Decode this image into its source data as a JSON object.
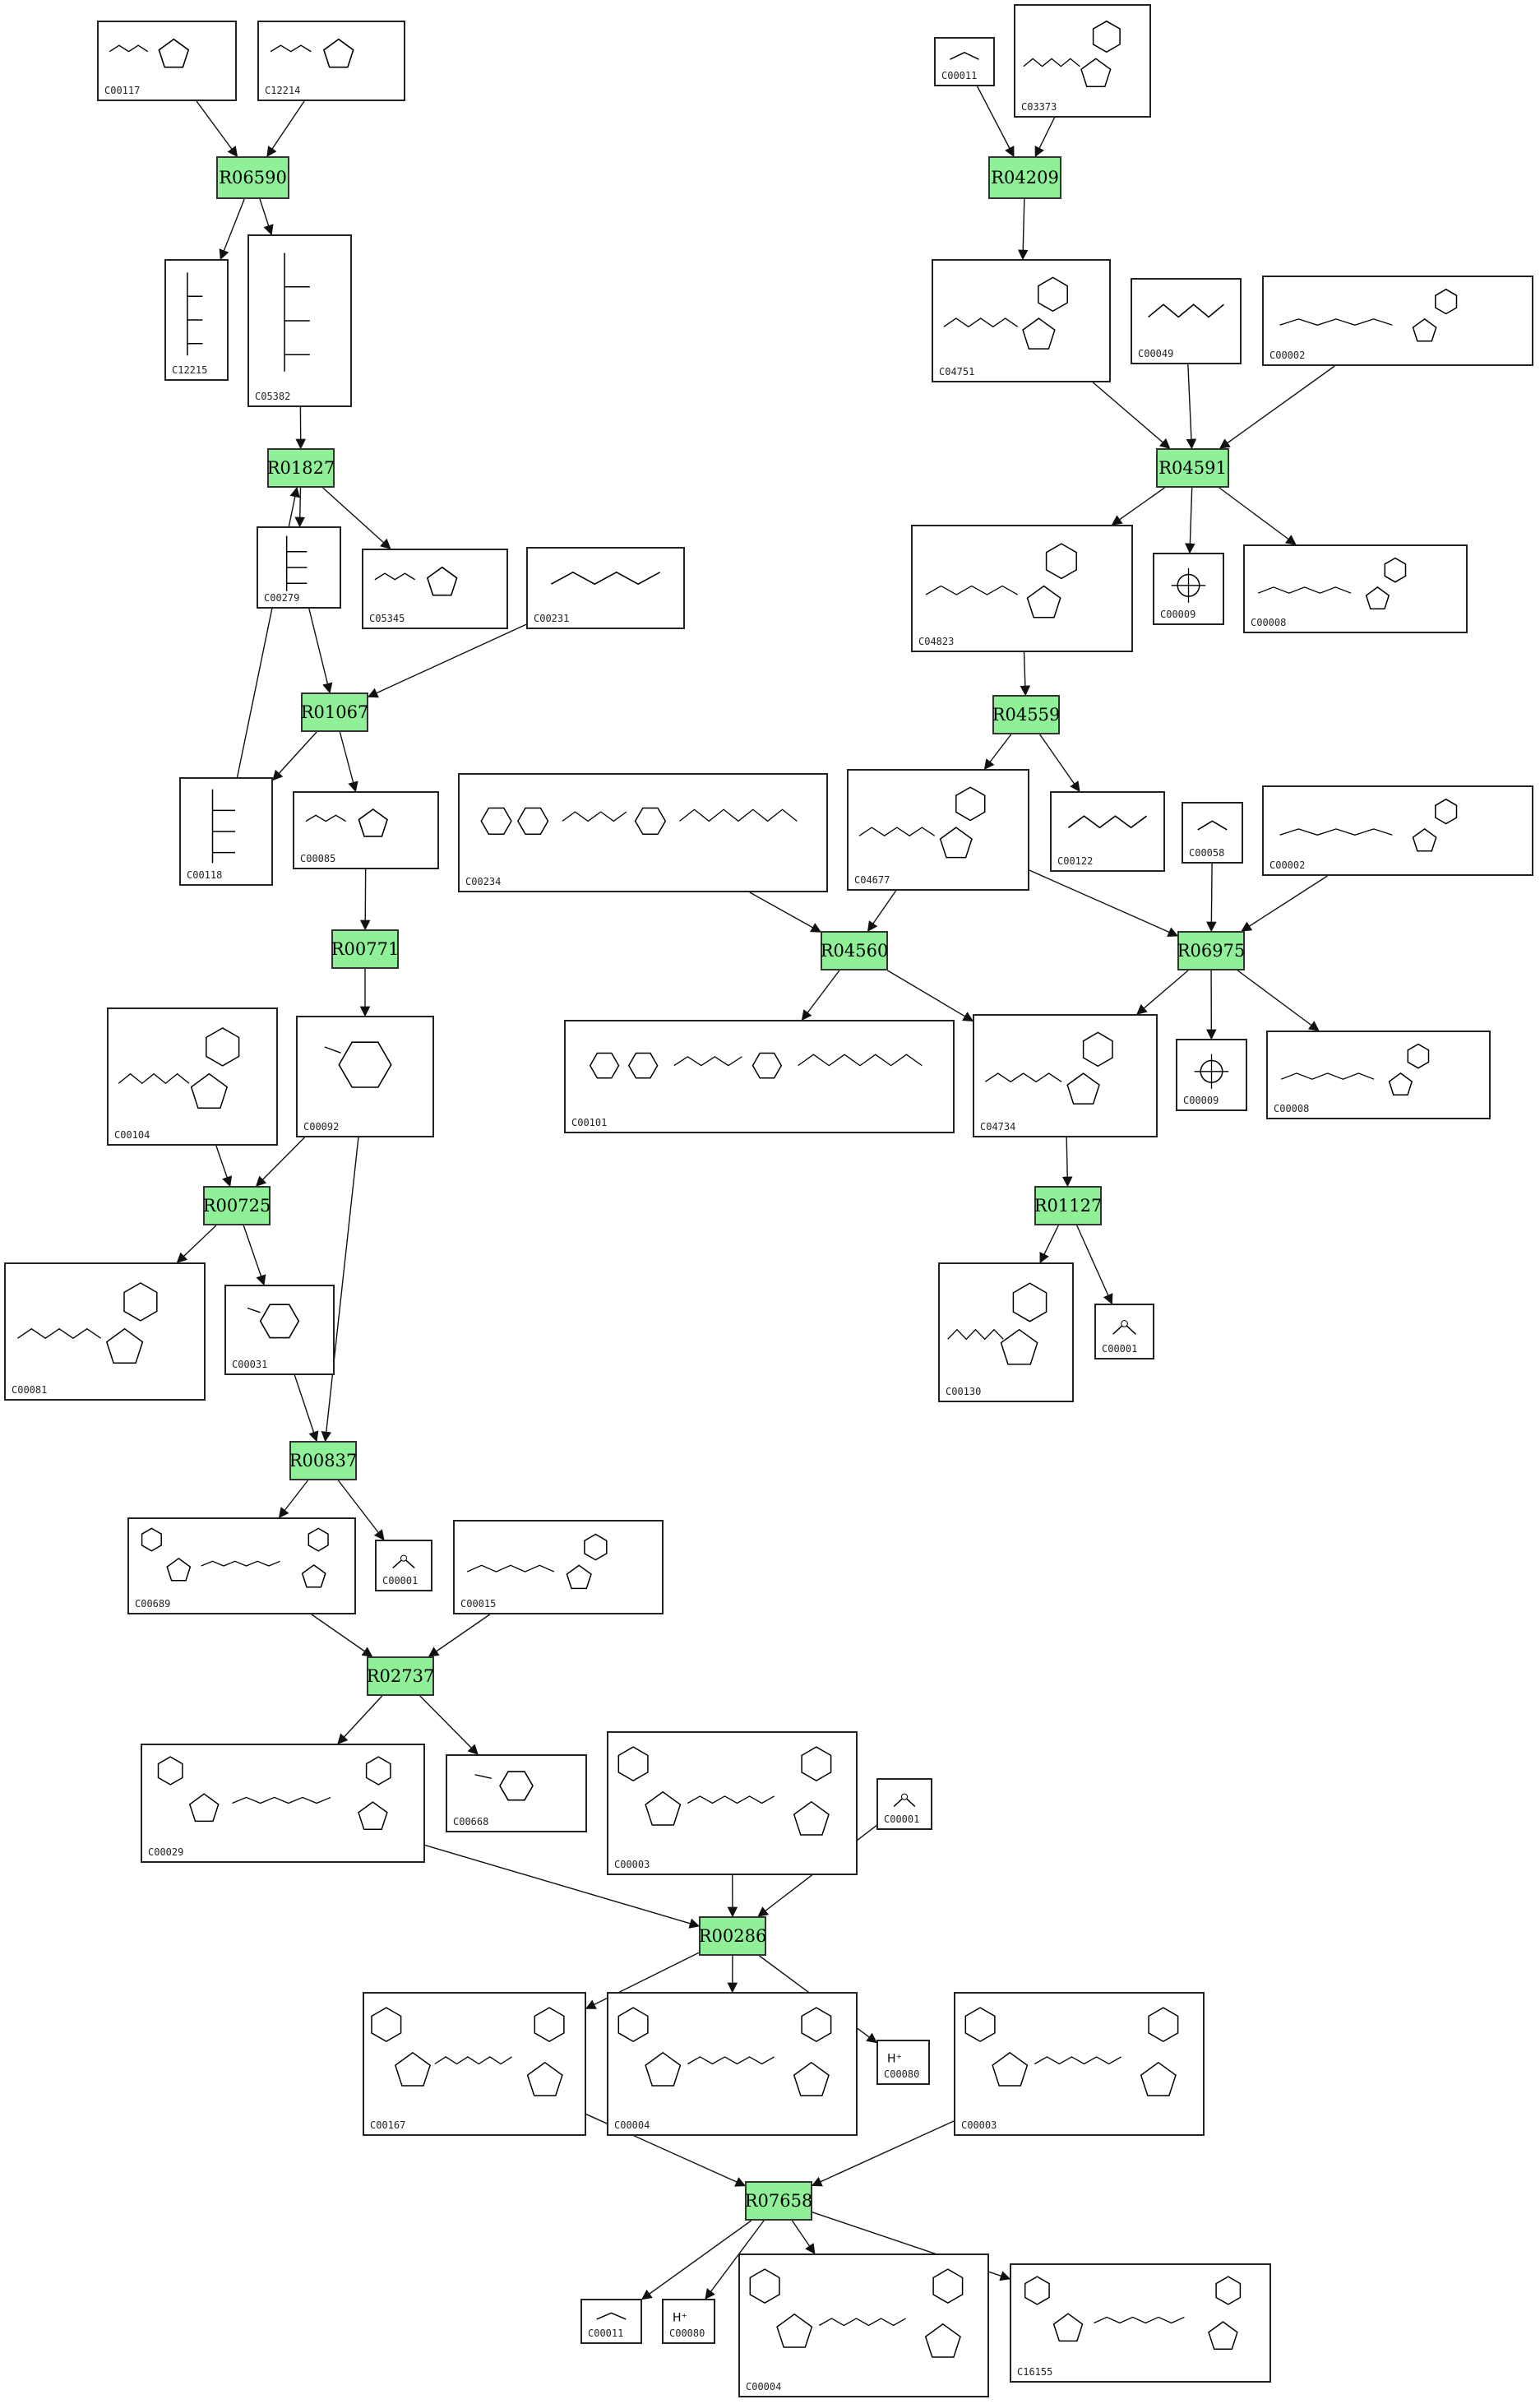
{
  "diagram": {
    "reactions": [
      {
        "id": "R06590",
        "label": "R06590"
      },
      {
        "id": "R01827",
        "label": "R01827"
      },
      {
        "id": "R01067",
        "label": "R01067"
      },
      {
        "id": "R00771",
        "label": "R00771"
      },
      {
        "id": "R00725",
        "label": "R00725"
      },
      {
        "id": "R00837",
        "label": "R00837"
      },
      {
        "id": "R02737",
        "label": "R02737"
      },
      {
        "id": "R00286",
        "label": "R00286"
      },
      {
        "id": "R07658",
        "label": "R07658"
      },
      {
        "id": "R04209",
        "label": "R04209"
      },
      {
        "id": "R04591",
        "label": "R04591"
      },
      {
        "id": "R04559",
        "label": "R04559"
      },
      {
        "id": "R04560",
        "label": "R04560"
      },
      {
        "id": "R06975",
        "label": "R06975"
      },
      {
        "id": "R01127",
        "label": "R01127"
      }
    ],
    "compounds": [
      {
        "key": "c00117",
        "label": "C00117"
      },
      {
        "key": "c12214",
        "label": "C12214"
      },
      {
        "key": "c12215",
        "label": "C12215"
      },
      {
        "key": "c05382",
        "label": "C05382"
      },
      {
        "key": "c00279",
        "label": "C00279"
      },
      {
        "key": "c05345",
        "label": "C05345"
      },
      {
        "key": "c00231",
        "label": "C00231"
      },
      {
        "key": "c00118",
        "label": "C00118"
      },
      {
        "key": "c00085",
        "label": "C00085"
      },
      {
        "key": "c00104",
        "label": "C00104"
      },
      {
        "key": "c00092",
        "label": "C00092"
      },
      {
        "key": "c00081",
        "label": "C00081"
      },
      {
        "key": "c00031",
        "label": "C00031"
      },
      {
        "key": "c00689",
        "label": "C00689"
      },
      {
        "key": "c00001a",
        "label": "C00001"
      },
      {
        "key": "c00015",
        "label": "C00015"
      },
      {
        "key": "c00029",
        "label": "C00029"
      },
      {
        "key": "c00668",
        "label": "C00668"
      },
      {
        "key": "c00003a",
        "label": "C00003"
      },
      {
        "key": "c00001b",
        "label": "C00001"
      },
      {
        "key": "c00167",
        "label": "C00167"
      },
      {
        "key": "c00004a",
        "label": "C00004"
      },
      {
        "key": "c00080a",
        "label": "C00080"
      },
      {
        "key": "c00003b",
        "label": "C00003"
      },
      {
        "key": "c00011b",
        "label": "C00011"
      },
      {
        "key": "c00080b",
        "label": "C00080"
      },
      {
        "key": "c00004b",
        "label": "C00004"
      },
      {
        "key": "c16155",
        "label": "C16155"
      },
      {
        "key": "c00011a",
        "label": "C00011"
      },
      {
        "key": "c03373",
        "label": "C03373"
      },
      {
        "key": "c04751",
        "label": "C04751"
      },
      {
        "key": "c00049",
        "label": "C00049"
      },
      {
        "key": "c00002a",
        "label": "C00002"
      },
      {
        "key": "c04823",
        "label": "C04823"
      },
      {
        "key": "c00009a",
        "label": "C00009"
      },
      {
        "key": "c00008a",
        "label": "C00008"
      },
      {
        "key": "c00234",
        "label": "C00234"
      },
      {
        "key": "c04677",
        "label": "C04677"
      },
      {
        "key": "c00122",
        "label": "C00122"
      },
      {
        "key": "c00058",
        "label": "C00058"
      },
      {
        "key": "c00002b",
        "label": "C00002"
      },
      {
        "key": "c00101",
        "label": "C00101"
      },
      {
        "key": "c04734",
        "label": "C04734"
      },
      {
        "key": "c00009b",
        "label": "C00009"
      },
      {
        "key": "c00008b",
        "label": "C00008"
      },
      {
        "key": "c00130",
        "label": "C00130"
      },
      {
        "key": "c00001c",
        "label": "C00001"
      }
    ],
    "edges": [
      [
        "c00117",
        "R06590"
      ],
      [
        "c12214",
        "R06590"
      ],
      [
        "R06590",
        "c12215"
      ],
      [
        "R06590",
        "c05382"
      ],
      [
        "c05382",
        "R01827"
      ],
      [
        "R01827",
        "c00279"
      ],
      [
        "R01827",
        "c05345"
      ],
      [
        "c00279",
        "R01067"
      ],
      [
        "c00231",
        "R01067"
      ],
      [
        "R01067",
        "c00118"
      ],
      [
        "R01067",
        "c00085"
      ],
      [
        "c00118",
        "R01827"
      ],
      [
        "c00085",
        "R00771"
      ],
      [
        "R00771",
        "c00092"
      ],
      [
        "c00104",
        "R00725"
      ],
      [
        "c00092",
        "R00725"
      ],
      [
        "R00725",
        "c00081"
      ],
      [
        "R00725",
        "c00031"
      ],
      [
        "c00031",
        "R00837"
      ],
      [
        "c00092",
        "R00837"
      ],
      [
        "R00837",
        "c00689"
      ],
      [
        "R00837",
        "c00001a"
      ],
      [
        "c00689",
        "R02737"
      ],
      [
        "c00015",
        "R02737"
      ],
      [
        "R02737",
        "c00029"
      ],
      [
        "R02737",
        "c00668"
      ],
      [
        "c00029",
        "R00286"
      ],
      [
        "c00003a",
        "R00286"
      ],
      [
        "c00001b",
        "R00286"
      ],
      [
        "R00286",
        "c00167"
      ],
      [
        "R00286",
        "c00004a"
      ],
      [
        "R00286",
        "c00080a"
      ],
      [
        "c00167",
        "R07658"
      ],
      [
        "c00003b",
        "R07658"
      ],
      [
        "R07658",
        "c00011b"
      ],
      [
        "R07658",
        "c00080b"
      ],
      [
        "R07658",
        "c00004b"
      ],
      [
        "R07658",
        "c16155"
      ],
      [
        "c00011a",
        "R04209"
      ],
      [
        "c03373",
        "R04209"
      ],
      [
        "R04209",
        "c04751"
      ],
      [
        "c04751",
        "R04591"
      ],
      [
        "c00049",
        "R04591"
      ],
      [
        "c00002a",
        "R04591"
      ],
      [
        "R04591",
        "c04823"
      ],
      [
        "R04591",
        "c00009a"
      ],
      [
        "R04591",
        "c00008a"
      ],
      [
        "c04823",
        "R04559"
      ],
      [
        "R04559",
        "c04677"
      ],
      [
        "R04559",
        "c00122"
      ],
      [
        "c00234",
        "R04560"
      ],
      [
        "c04677",
        "R04560"
      ],
      [
        "R04560",
        "c00101"
      ],
      [
        "R04560",
        "c04734"
      ],
      [
        "c04677",
        "R06975"
      ],
      [
        "c00058",
        "R06975"
      ],
      [
        "c00002b",
        "R06975"
      ],
      [
        "R06975",
        "c04734"
      ],
      [
        "R06975",
        "c00009b"
      ],
      [
        "R06975",
        "c00008b"
      ],
      [
        "c04734",
        "R01127"
      ],
      [
        "R01127",
        "c00130"
      ],
      [
        "R01127",
        "c00001c"
      ]
    ]
  }
}
